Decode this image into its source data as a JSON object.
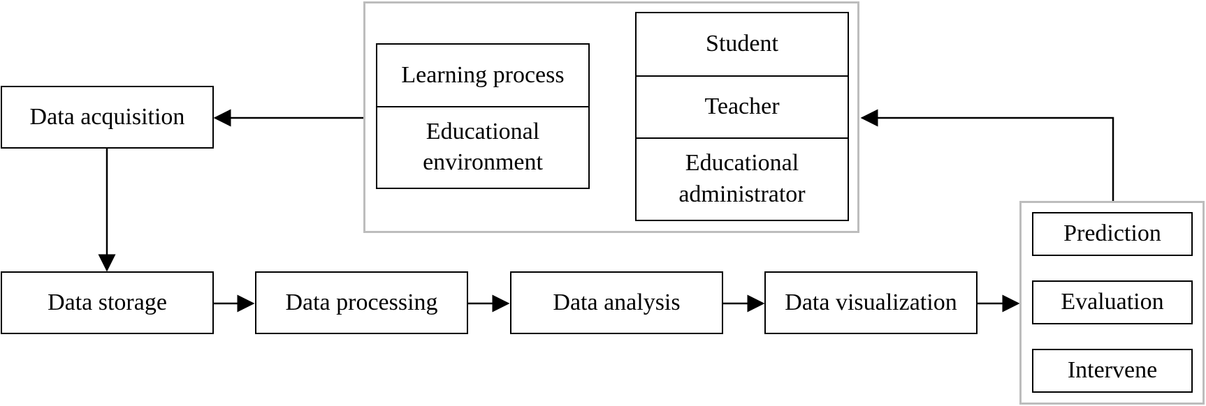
{
  "colors": {
    "stroke": "#000000",
    "frame": "#bdbdbd",
    "background": "#ffffff"
  },
  "nodes": {
    "data_acquisition": "Data acquisition",
    "data_storage": "Data storage",
    "data_processing": "Data processing",
    "data_analysis": "Data analysis",
    "data_visualization": "Data visualization"
  },
  "sources": {
    "context": [
      "Learning process",
      "Educational environment"
    ],
    "actors": [
      "Student",
      "Teacher",
      "Educational administrator"
    ]
  },
  "outcomes": [
    "Prediction",
    "Evaluation",
    "Intervene"
  ],
  "edges": [
    {
      "from": "sources",
      "to": "data_acquisition"
    },
    {
      "from": "data_acquisition",
      "to": "data_storage"
    },
    {
      "from": "data_storage",
      "to": "data_processing"
    },
    {
      "from": "data_processing",
      "to": "data_analysis"
    },
    {
      "from": "data_analysis",
      "to": "data_visualization"
    },
    {
      "from": "data_visualization",
      "to": "outcomes"
    },
    {
      "from": "outcomes",
      "to": "sources"
    }
  ]
}
